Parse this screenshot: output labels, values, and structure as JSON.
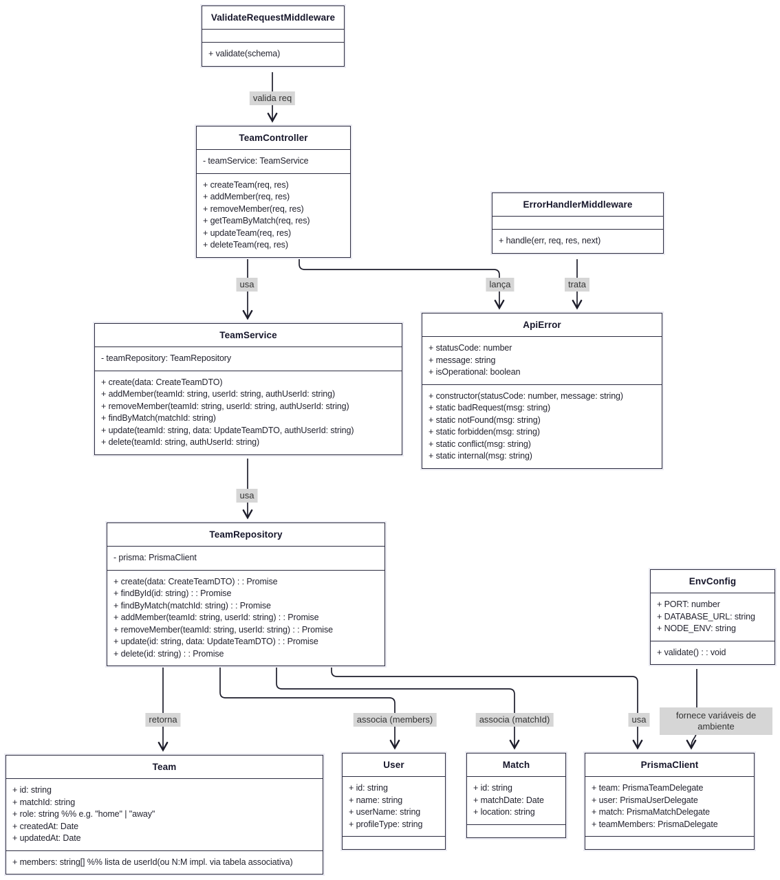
{
  "diagram": {
    "type": "uml-class-diagram",
    "colors": {
      "box_border": "#2b2b3f",
      "box_fill": "#ffffff",
      "edge_line": "#1d1d2b",
      "edge_label_bg": "#d6d6d6",
      "background": "#ffffff"
    },
    "classes": [
      {
        "name": "ValidateRequestMiddleware",
        "title": "ValidateRequestMiddleware",
        "attributes": [],
        "methods": [
          "+ validate(schema)"
        ]
      },
      {
        "name": "TeamController",
        "title": "TeamController",
        "attributes": [
          "- teamService: TeamService"
        ],
        "methods": [
          "+ createTeam(req, res)",
          "+ addMember(req, res)",
          "+ removeMember(req, res)",
          "+ getTeamByMatch(req, res)",
          "+ updateTeam(req, res)",
          "+ deleteTeam(req, res)"
        ]
      },
      {
        "name": "ErrorHandlerMiddleware",
        "title": "ErrorHandlerMiddleware",
        "attributes": [],
        "methods": [
          "+ handle(err, req, res, next)"
        ]
      },
      {
        "name": "ApiError",
        "title": "ApiError",
        "attributes": [
          "+ statusCode: number",
          "+ message: string",
          "+ isOperational: boolean"
        ],
        "methods": [
          "+ constructor(statusCode: number, message: string)",
          "+ static badRequest(msg: string)",
          "+ static notFound(msg: string)",
          "+ static forbidden(msg: string)",
          "+ static conflict(msg: string)",
          "+ static internal(msg: string)"
        ]
      },
      {
        "name": "TeamService",
        "title": "TeamService",
        "attributes": [
          "- teamRepository: TeamRepository"
        ],
        "methods": [
          "+ create(data: CreateTeamDTO)",
          "+ addMember(teamId: string, userId: string, authUserId: string)",
          "+ removeMember(teamId: string, userId: string, authUserId: string)",
          "+ findByMatch(matchId: string)",
          "+ update(teamId: string, data: UpdateTeamDTO, authUserId: string)",
          "+ delete(teamId: string, authUserId: string)"
        ]
      },
      {
        "name": "TeamRepository",
        "title": "TeamRepository",
        "attributes": [
          "- prisma: PrismaClient"
        ],
        "methods": [
          "+ create(data: CreateTeamDTO) : : Promise",
          "+ findById(id: string) : : Promise",
          "+ findByMatch(matchId: string) : : Promise",
          "+ addMember(teamId: string, userId: string) : : Promise",
          "+ removeMember(teamId: string, userId: string) : : Promise",
          "+ update(id: string, data: UpdateTeamDTO) : : Promise",
          "+ delete(id: string) : : Promise"
        ]
      },
      {
        "name": "EnvConfig",
        "title": "EnvConfig",
        "attributes": [
          "+ PORT: number",
          "+ DATABASE_URL: string",
          "+ NODE_ENV: string"
        ],
        "methods": [
          "+ validate() : : void"
        ]
      },
      {
        "name": "Team",
        "title": "Team",
        "attributes": [
          "+ id: string",
          "+ matchId: string",
          "+ role: string %% e.g. \"home\" | \"away\"",
          "+ createdAt: Date",
          "+ updatedAt: Date"
        ],
        "methods": [
          "+ members: string[] %% lista de userId(ou N:M impl. via tabela associativa)"
        ]
      },
      {
        "name": "User",
        "title": "User",
        "attributes": [
          "+ id: string",
          "+ name: string",
          "+ userName: string",
          "+ profileType: string"
        ],
        "methods": []
      },
      {
        "name": "Match",
        "title": "Match",
        "attributes": [
          "+ id: string",
          "+ matchDate: Date",
          "+ location: string"
        ],
        "methods": []
      },
      {
        "name": "PrismaClient",
        "title": "PrismaClient",
        "attributes": [
          "+ team: PrismaTeamDelegate",
          "+ user: PrismaUserDelegate",
          "+ match: PrismaMatchDelegate",
          "+ teamMembers: PrismaDelegate"
        ],
        "methods": []
      }
    ],
    "edges": [
      {
        "from": "ValidateRequestMiddleware",
        "to": "TeamController",
        "label": "valida req"
      },
      {
        "from": "TeamController",
        "to": "TeamService",
        "label": "usa"
      },
      {
        "from": "TeamController",
        "to": "ApiError",
        "label": "lança"
      },
      {
        "from": "ErrorHandlerMiddleware",
        "to": "ApiError",
        "label": "trata"
      },
      {
        "from": "TeamService",
        "to": "TeamRepository",
        "label": "usa"
      },
      {
        "from": "TeamRepository",
        "to": "Team",
        "label": "retorna"
      },
      {
        "from": "TeamRepository",
        "to": "User",
        "label": "associa (members)"
      },
      {
        "from": "TeamRepository",
        "to": "Match",
        "label": "associa (matchId)"
      },
      {
        "from": "TeamRepository",
        "to": "PrismaClient",
        "label": "usa"
      },
      {
        "from": "EnvConfig",
        "to": "PrismaClient",
        "label": "fornece variáveis de ambiente"
      }
    ]
  }
}
